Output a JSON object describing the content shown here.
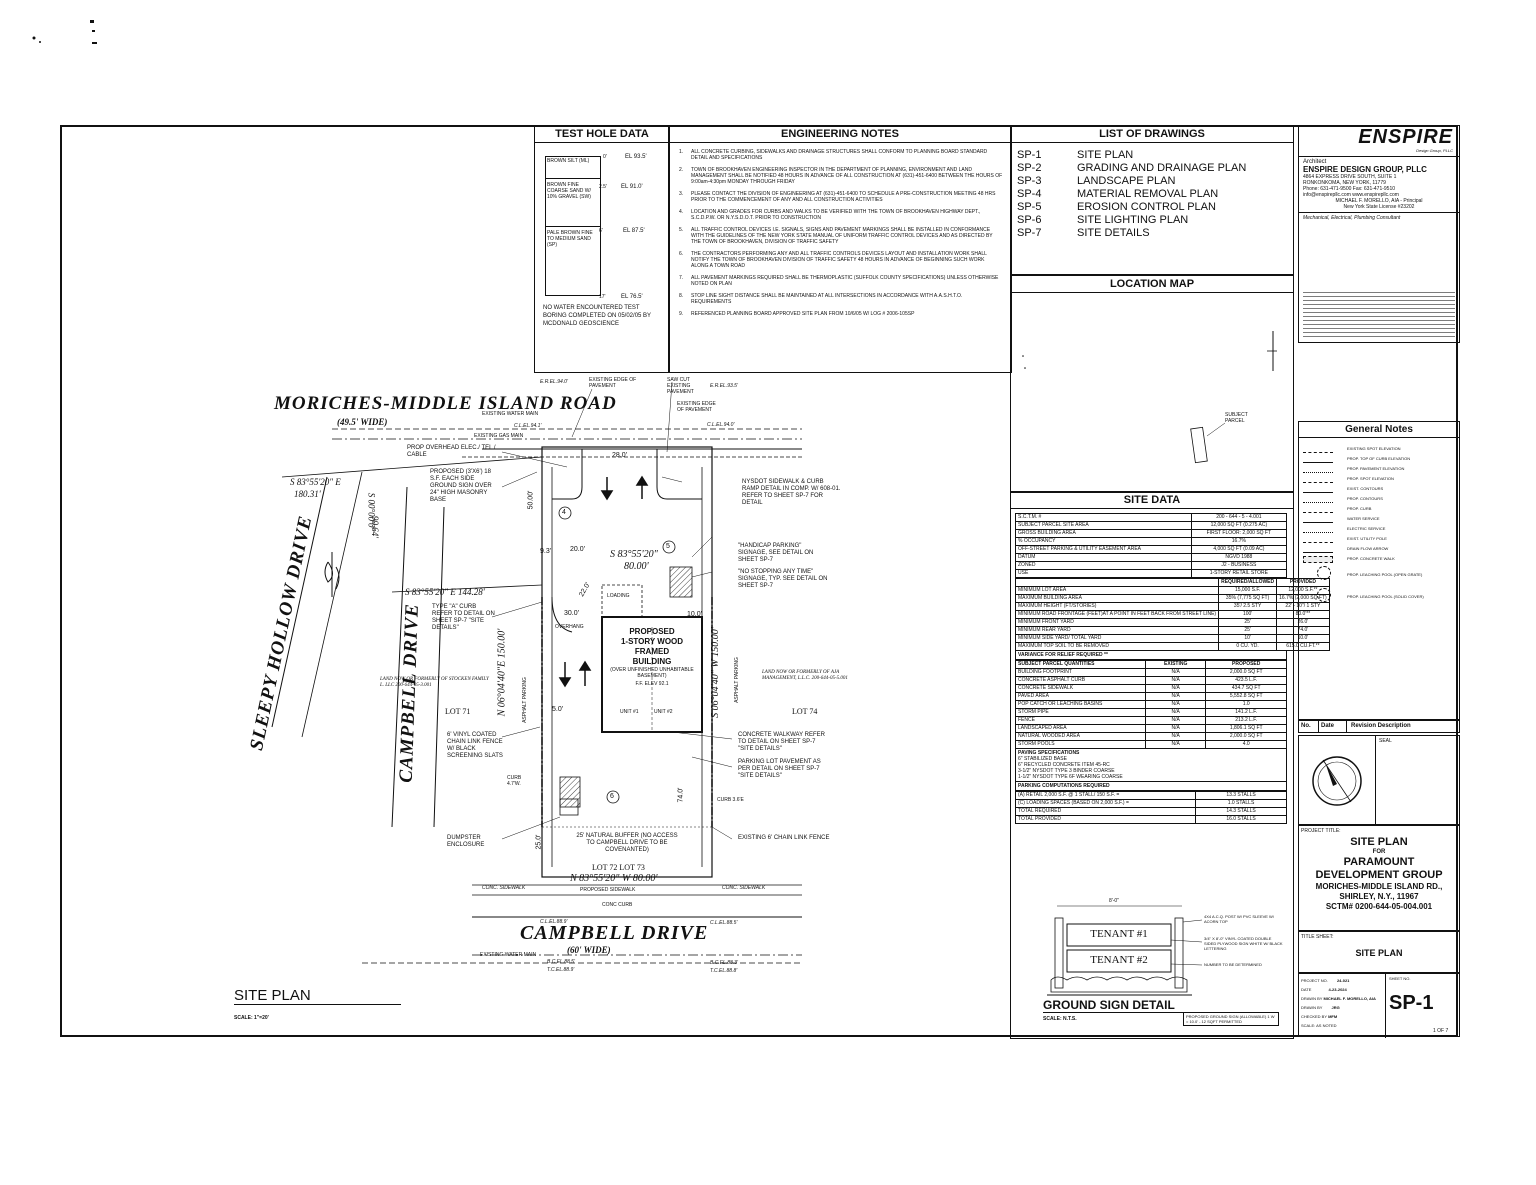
{
  "test_hole": {
    "header": "TEST HOLE DATA",
    "layers": [
      {
        "desc": "BROWN SILT (ML)",
        "depth": "0'",
        "el": "EL 93.5'"
      },
      {
        "desc": "BROWN FINE COARSE SAND W/ 10% GRAVEL (SW)",
        "depth": "2.5'",
        "el": "EL 91.0'"
      },
      {
        "desc": "PALE BROWN FINE TO MEDIUM SAND (SP)",
        "depth": "6'",
        "el": "EL 87.5'"
      }
    ],
    "bottom_depth": "17'",
    "bottom_el": "EL 76.5'",
    "note": "NO WATER ENCOUNTERED TEST BORING COMPLETED ON 05/02/05 BY MCDONALD GEOSCIENCE"
  },
  "engineering_notes": {
    "header": "ENGINEERING NOTES",
    "items": [
      "ALL CONCRETE CURBING, SIDEWALKS AND DRAINAGE STRUCTURES SHALL CONFORM TO PLANNING BOARD STANDARD DETAIL AND SPECIFICATIONS",
      "TOWN OF BROOKHAVEN ENGINEERING INSPECTOR IN THE DEPARTMENT OF PLANNING, ENVIRONMENT AND LAND MANAGEMENT SHALL BE NOTIFIED 48 HOURS IN ADVANCE OF ALL CONSTRUCTION AT (631)-451-6400 BETWEEN THE HOURS OF 9:00am-4:30pm MONDAY THROUGH FRIDAY",
      "PLEASE CONTACT THE DIVISION OF ENGINEERING AT (631)-451-6400 TO SCHEDULE A PRE-CONSTRUCTION MEETING 48 HRS PRIOR TO THE COMMENCEMENT OF ANY AND ALL CONSTRUCTION ACTIVITIES",
      "LOCATION AND GRADES FOR CURBS AND WALKS TO BE VERIFIED WITH THE TOWN OF BROOKHAVEN HIGHWAY DEPT., S.C.D.P.W. OR N.Y.S.D.O.T. PRIOR TO CONSTRUCTION",
      "ALL TRAFFIC CONTROL DEVICES I.E. SIGNALS, SIGNS AND PAVEMENT MARKINGS SHALL BE INSTALLED IN CONFORMANCE WITH THE GUIDELINES OF THE NEW YORK STATE MANUAL OF UNIFORM TRAFFIC CONTROL DEVICES AND AS DIRECTED BY THE TOWN OF BROOKHAVEN, DIVISION OF TRAFFIC SAFETY",
      "THE CONTRACTORS PERFORMING ANY AND ALL TRAFFIC CONTROLS DEVICES LAYOUT AND INSTALLATION WORK SHALL NOTIFY THE TOWN OF BROOKHAVEN DIVISION OF TRAFFIC SAFETY 48 HOURS IN ADVANCE OF BEGINNING SUCH WORK ALONG A TOWN ROAD",
      "ALL PAVEMENT MARKINGS REQUIRED SHALL BE THERMOPLASTIC (SUFFOLK COUNTY SPECIFICATIONS) UNLESS OTHERWISE NOTED ON PLAN",
      "STOP LINE SIGHT DISTANCE SHALL BE MAINTAINED AT ALL INTERSECTIONS IN ACCORDANCE WITH A.A.S.H.T.O. REQUIREMENTS",
      "REFERENCED PLANNING BOARD APPROVED SITE PLAN FROM 10/6/05 W/ LOG # 2006-105SP"
    ]
  },
  "drawings": {
    "header": "LIST OF DRAWINGS",
    "items": [
      {
        "code": "SP-1",
        "name": "SITE PLAN"
      },
      {
        "code": "SP-2",
        "name": "GRADING AND DRAINAGE PLAN"
      },
      {
        "code": "SP-3",
        "name": "LANDSCAPE PLAN"
      },
      {
        "code": "SP-4",
        "name": "MATERIAL REMOVAL PLAN"
      },
      {
        "code": "SP-5",
        "name": "EROSION CONTROL PLAN"
      },
      {
        "code": "SP-6",
        "name": "SITE LIGHTING PLAN"
      },
      {
        "code": "SP-7",
        "name": "SITE DETAILS"
      }
    ]
  },
  "location_map": {
    "header": "LOCATION MAP",
    "subject": "SUBJECT PARCEL"
  },
  "site_data": {
    "header": "SITE DATA",
    "top_rows": [
      [
        "S.C.T.M. #",
        "200 - 644 - 5 - 4.001"
      ],
      [
        "SUBJECT PARCEL SITE AREA",
        "12,000 SQ FT (0.275 AC)"
      ],
      [
        "GROSS BUILDING AREA",
        "FIRST FLOOR: 2,000 SQ FT"
      ],
      [
        "% OCCUPANCY",
        "16.7%"
      ],
      [
        "OFF-STREET PARKING & UTILITY EASEMENT AREA",
        "4,000 SQ FT (0.09 AC)"
      ],
      [
        "DATUM",
        "NGVD 1988"
      ],
      [
        "ZONED",
        "J2 - BUSINESS"
      ],
      [
        "USE",
        "1-STORY RETAIL STORE"
      ]
    ],
    "req_header": [
      "",
      "REQUIRED/ALLOWED",
      "PROVIDED"
    ],
    "req_rows": [
      [
        "MINIMUM LOT AREA",
        "15,000 S.F.",
        "12,000 S.F.**"
      ],
      [
        "MAXIMUM BUILDING AREA",
        "35% (7,775 SQ FT)",
        "16.7% (2,000 SQ FT)"
      ],
      [
        "MAXIMUM HEIGHT (FT/STORIES)",
        "35'/ 2.5 STY",
        "22' - 10\"/ 1 STY"
      ],
      [
        "MINIMUM ROAD FRONTAGE (FEET)AT A POINT IN FEET BACK FROM STREET LINE)",
        "100'",
        "80.0'**"
      ],
      [
        "MINIMUM FRONT YARD",
        "25'",
        "26.0'"
      ],
      [
        "MINIMUM REAR YARD",
        "25'",
        "74.0'"
      ],
      [
        "MINIMUM SIDE YARD/ TOTAL YARD",
        "10'",
        "10.0'"
      ],
      [
        "MAXIMUM TOP SOIL TO BE REMOVED",
        "0 CU. YD.",
        "615.0 CU.FT.**"
      ]
    ],
    "variance": "VARIANCE FOR RELIEF REQUIRED **",
    "qty_header": [
      "SUBJECT PARCEL QUANTITIES",
      "EXISTING",
      "PROPOSED"
    ],
    "qty_rows": [
      [
        "BUILDING FOOTPRINT",
        "N/A",
        "2,000.0 SQ FT"
      ],
      [
        "CONCRETE ASPHALT CURB",
        "N/A",
        "423.5 L.F."
      ],
      [
        "CONCRETE SIDEWALK",
        "N/A",
        "434.7 SQ FT"
      ],
      [
        "PAVED AREA",
        "N/A",
        "5,552.8 SQ FT"
      ],
      [
        "POP CATCH OR LEACHING BASINS",
        "N/A",
        "1.0"
      ],
      [
        "STORM PIPE",
        "N/A",
        "141.2 L.F."
      ],
      [
        "FENCE",
        "N/A",
        "213.2 L.F."
      ],
      [
        "LANDSCAPED AREA",
        "N/A",
        "1,806.1 SQ FT"
      ],
      [
        "NATURAL WOODED AREA",
        "N/A",
        "2,000.0 SQ FT"
      ],
      [
        "STORM POOLS",
        "N/A",
        "4.0"
      ]
    ],
    "paving": [
      "PAVING SPECIFICATIONS",
      "6\" STABILIZED BASE",
      "6\" RECYCLED CONCRETE ITEM 45-RC",
      "3-1/2\" NYSDOT TYPE 3 BINDER COARSE",
      "1-1/2\" NYSDOT TYPE 6F WEARING COARSE"
    ],
    "parking_header": "PARKING COMPUTATIONS REQUIRED",
    "parking_rows": [
      [
        "(A) RETAIL 2,000 S.F.   @ 1 STALL/ 150 S.F. =",
        "13.3 STALLS"
      ],
      [
        "(C) LOADING SPACES (BASED ON 2,000 S.F.) =",
        "1.0 STALLS"
      ],
      [
        "TOTAL REQUIRED",
        "14.3 STALLS"
      ],
      [
        "TOTAL PROVIDED",
        "16.0 STALLS"
      ]
    ]
  },
  "ground_sign": {
    "title": "GROUND SIGN DETAIL",
    "scale": "SCALE: N.T.S.",
    "tenant1": "TENANT #1",
    "tenant2": "TENANT #2",
    "width_dim": "8'-0\"",
    "note1": "4X4 A.C.Q. POST W/ PVC SLEEVE W/ ACORN TOP",
    "note2": "3/4\" X 8'-0\" VINYL COATED DOUBLE SIDED PLYWOOD SIGN WHITE W/ BLACK LETTERING",
    "note3": "NUMBER TO BE DETERMINED",
    "permit": "PROPOSED GROUND SIGN (ALLOWABLE) 1 W = 10.0' - 12 SQFT PERMITTED"
  },
  "title_block": {
    "logo": "ENSPIRE",
    "logo_sub": "Design Group, PLLC",
    "architect_label": "Architect",
    "firm": "ENSPIRE DESIGN GROUP, PLLC",
    "address1": "4864 EXPRESS DRIVE SOUTH, SUITE 1",
    "address2": "RONKONKOMA, NEW YORK, 11779",
    "phone": "Phone: 631-471-9500   Fax: 631-471-9510",
    "email": "info@enspirepllc.com        www.enspirepllc.com",
    "principal": "MICHAEL F. MORELLO, AIA - Principal",
    "license": "New York State License #23202",
    "consultant": "Mechanical, Electrical, Plumbing Consultant",
    "general_notes": "General Notes",
    "legend": [
      "EXISTING SPOT ELEVATION",
      "PROP. TOP OF CURB ELEVATION",
      "PROP. PAVEMENT ELEVATION",
      "PROP. SPOT ELEVATION",
      "EXIST. CONTOURS",
      "PROP. CONTOURS",
      "PROP. CURB",
      "WATER SERVICE",
      "ELECTRIC SERVICE",
      "EXIST. UTILITY POLE",
      "DRAIN FLOW ARROW",
      "PROP. CONCRETE WALK",
      "PROP. LEACHING POOL (OPEN GRATE)",
      "PROP. LEACHING POOL (SOLID COVER)"
    ],
    "rev_no": "No.",
    "rev_date": "Date",
    "rev_desc": "Revision Description",
    "seal": "SEAL",
    "project_title_label": "PROJECT TITLE:",
    "project_lines": [
      "SITE PLAN",
      "FOR",
      "PARAMOUNT",
      "DEVELOPMENT GROUP",
      "MORICHES-MIDDLE ISLAND RD.,",
      "SHIRLEY, N.Y., 11967",
      "SCTM# 0200-644-05-004.001"
    ],
    "sheet_title_label": "TITLE SHEET:",
    "sheet_title": "SITE PLAN",
    "project_no_label": "PROJECT NO.",
    "project_no": "24-021",
    "date_label": "DATE",
    "date": "4-23-2024",
    "drawn_label": "DRAWN BY",
    "drawn": "MICHAEL F. MORELLO, AIA",
    "checked_label": "DRAWN BY",
    "checked": "JRG",
    "checked2_label": "CHECKED BY",
    "checked2": "MFM",
    "scale_label": "SCALE: AS NOTED",
    "sheet_no_label": "SHEET NO.",
    "sheet_no": "SP-1",
    "sheet_of": "1 OF 7"
  },
  "plan": {
    "title": "SITE PLAN",
    "scale": "SCALE: 1\"=20'",
    "road_top": "MORICHES-MIDDLE ISLAND ROAD",
    "road_top_width": "(49.5' WIDE)",
    "road_bottom": "CAMPBELL DRIVE",
    "road_bottom_width": "(60' WIDE)",
    "road_left1": "SLEEPY HOLLOW DRIVE",
    "road_left2": "CAMPBELL DRIVE",
    "bearing1": "S 83°55'20\" E",
    "bearing1_len": "180.31'",
    "bearing2": "S 83°55'20\" E 144.28'",
    "bearing3": "S 83°55'20\"",
    "bearing3_len": "80.00'",
    "bearing4": "N 83°55'20\" W 80.00'",
    "bearing5": "N 06°04'40\"E 150.00'",
    "bearing6": "S 06°04'40\" W 150.00'",
    "bearing7": "S 00°00'0\"",
    "bearing7_len": "90.64'",
    "building1": "PROPOSED",
    "building2": "1-STORY WOOD",
    "building3": "FRAMED",
    "building4": "BUILDING",
    "building5": "(OVER UNFINISHED UNHABITABLE BASEMENT)",
    "building6": "F.F. ELEV 92.1",
    "unit1": "UNIT #1",
    "unit2": "UNIT #2",
    "loading": "LOADING",
    "overhang": "OVERHANG",
    "lot71": "LOT 71",
    "lot74": "LOT 74",
    "lot7273": "LOT 72  LOT 73",
    "left_owner": "LAND NOW OR FORMERLY OF STOCKEN FAMILY L. LLC 200-644-05-3.001",
    "right_owner": "LAND NOW OR FORMERLY OF AJA MANAGEMENT, L.L.C. 200-644-05-5.001",
    "asphalt_left": "ASPHALT PARKING",
    "asphalt_right": "ASPHALT PARKING",
    "buffer": "25' NATURAL BUFFER (NO ACCESS TO CAMPBELL DRIVE TO BE COVENANTED)",
    "existing_water": "EXISTING WATER MAIN",
    "existing_gas": "EXISTING GAS MAIN",
    "prop_sidewalk": "PROPOSED SIDEWALK",
    "conc_sidewalk": "CONC. SIDEWALK",
    "conc_curb": "CONC CURB",
    "callout_edge": "EXISTING EDGE OF PAVEMENT",
    "callout_sawcut": "SAW CUT EXISTING PAVEMENT",
    "callout_edge2": "EXISTING EDGE OF PAVEMENT",
    "callout_elec": "PROP OVERHEAD ELEC./ TEL / CABLE",
    "callout_sign": "PROPOSED (3'X6') 18 S.F. EACH SIDE GROUND SIGN OVER 24\" HIGH MASONRY BASE",
    "callout_nysdot": "NYSDOT SIDEWALK & CURB RAMP DETAIL IN COMP. W/ 608-01. REFER TO SHEET SP-7 FOR DETAIL",
    "callout_handicap": "\"HANDICAP PARKING\" SIGNAGE, SEE DETAIL ON SHEET SP-7",
    "callout_nostop": "\"NO STOPPING ANY TIME\" SIGNAGE, TYP. SEE DETAIL ON SHEET SP-7",
    "callout_curb": "TYPE \"A\" CURB REFER TO DETAIL ON SHEET SP-7 \"SITE DETAILS\"",
    "callout_fence": "6' VINYL COATED CHAIN LINK FENCE W/ BLACK SCREENING SLATS",
    "callout_walkway": "CONCRETE WALKWAY REFER TO DETAIL ON SHEET SP-7 \"SITE DETAILS\"",
    "callout_parking": "PARKING LOT PAVEMENT AS PER DETAIL ON SHEET SP-7 \"SITE DETAILS\"",
    "callout_dumpster": "DUMPSTER ENCLOSURE",
    "callout_chainlink": "EXISTING 6' CHAIN LINK FENCE",
    "el_top1": "E.R.EL.94.0'",
    "el_top2": "E.R.EL.93.5'",
    "el_cl1": "C.L.EL.94.1'",
    "el_cl2": "C.L.EL.94.0'",
    "el_bot1": "C.L.EL.88.9'",
    "el_bot2": "C.L.EL.88.5'",
    "el_bot3": "B.C.EL.88.5'",
    "el_bot4": "T.C.EL.88.9'",
    "el_bot5": "B.C.EL.88.3'",
    "el_bot6": "T.C.EL.88.8'",
    "stalls_4": "4",
    "stalls_5": "5",
    "stalls_6": "6",
    "dim_28": "28.0'",
    "dim_50": "50.00'",
    "dim_20": "20.0'",
    "dim_93": "9.3'",
    "dim_30": "30.0'",
    "dim_220": "22.0'",
    "dim_100": "10.0'",
    "dim_50b": "5.0'",
    "dim_74": "74.0'",
    "dim_25": "25.0'",
    "dim_36": "3.6'E",
    "curb1": "CURB 4.7'W.",
    "curb2": "CURB 3.6'E"
  }
}
